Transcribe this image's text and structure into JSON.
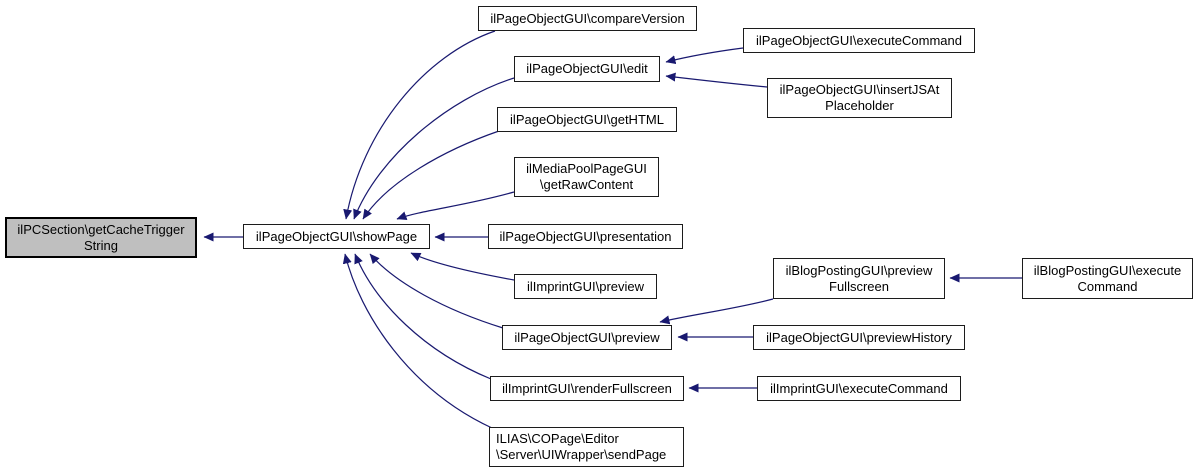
{
  "graph": {
    "type": "caller-graph",
    "colors": {
      "edge": "#191970",
      "node_fill": "#ffffff",
      "node_border": "#1c1c1c",
      "highlight_fill": "#bfbfbf",
      "text": "#000000"
    },
    "nodes": [
      {
        "id": "getCacheTriggerString",
        "label": "ilPCSection\\getCacheTrigger\nString",
        "highlighted": true
      },
      {
        "id": "showPage",
        "label": "ilPageObjectGUI\\showPage",
        "highlighted": false
      },
      {
        "id": "compareVersion",
        "label": "ilPageObjectGUI\\compareVersion",
        "highlighted": false
      },
      {
        "id": "edit",
        "label": "ilPageObjectGUI\\edit",
        "highlighted": false
      },
      {
        "id": "getHTML",
        "label": "ilPageObjectGUI\\getHTML",
        "highlighted": false
      },
      {
        "id": "executeCommand",
        "label": "ilPageObjectGUI\\executeCommand",
        "highlighted": false
      },
      {
        "id": "insertJSAtPlaceholder",
        "label": "ilPageObjectGUI\\insertJSAt\nPlaceholder",
        "highlighted": false
      },
      {
        "id": "getRawContent",
        "label": "ilMediaPoolPageGUI\n\\getRawContent",
        "highlighted": false
      },
      {
        "id": "presentation",
        "label": "ilPageObjectGUI\\presentation",
        "highlighted": false
      },
      {
        "id": "imprintPreview",
        "label": "ilImprintGUI\\preview",
        "highlighted": false
      },
      {
        "id": "previewFullscreen",
        "label": "ilBlogPostingGUI\\preview\nFullscreen",
        "highlighted": false
      },
      {
        "id": "blogExecuteCommand",
        "label": "ilBlogPostingGUI\\execute\nCommand",
        "highlighted": false
      },
      {
        "id": "pagePreview",
        "label": "ilPageObjectGUI\\preview",
        "highlighted": false
      },
      {
        "id": "previewHistory",
        "label": "ilPageObjectGUI\\previewHistory",
        "highlighted": false
      },
      {
        "id": "renderFullscreen",
        "label": "ilImprintGUI\\renderFullscreen",
        "highlighted": false
      },
      {
        "id": "imprintExecuteCommand",
        "label": "ilImprintGUI\\executeCommand",
        "highlighted": false
      },
      {
        "id": "sendPage",
        "label": "ILIAS\\COPage\\Editor\n\\Server\\UIWrapper\\sendPage",
        "highlighted": false
      }
    ],
    "edges": [
      {
        "from": "showPage",
        "to": "getCacheTriggerString"
      },
      {
        "from": "compareVersion",
        "to": "showPage"
      },
      {
        "from": "edit",
        "to": "showPage"
      },
      {
        "from": "getHTML",
        "to": "showPage"
      },
      {
        "from": "getRawContent",
        "to": "showPage"
      },
      {
        "from": "presentation",
        "to": "showPage"
      },
      {
        "from": "imprintPreview",
        "to": "showPage"
      },
      {
        "from": "pagePreview",
        "to": "showPage"
      },
      {
        "from": "renderFullscreen",
        "to": "showPage"
      },
      {
        "from": "sendPage",
        "to": "showPage"
      },
      {
        "from": "executeCommand",
        "to": "edit"
      },
      {
        "from": "insertJSAtPlaceholder",
        "to": "edit"
      },
      {
        "from": "blogExecuteCommand",
        "to": "previewFullscreen"
      },
      {
        "from": "previewFullscreen",
        "to": "pagePreview"
      },
      {
        "from": "previewHistory",
        "to": "pagePreview"
      },
      {
        "from": "imprintExecuteCommand",
        "to": "renderFullscreen"
      }
    ]
  }
}
